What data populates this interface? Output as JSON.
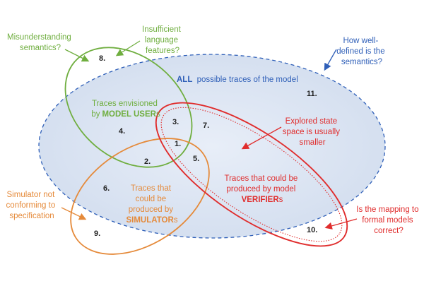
{
  "colors": {
    "blue": "#2f5fb8",
    "blue_fill": "#dfe7f4",
    "green": "#6fae3f",
    "orange": "#e58a3a",
    "red": "#e02d2d",
    "number": "#222222"
  },
  "universe": {
    "title_bold": "ALL",
    "title_rest": "possible traces of the model"
  },
  "model_users": {
    "line1": "Traces envisioned",
    "line2_prefix": "by",
    "line2_bold": "MODEL USER",
    "line2_suffix": "s"
  },
  "simulators": {
    "line1": "Traces that",
    "line2": "could be",
    "line3": "produced by",
    "line4_bold": "SIMULATOR",
    "line4_suffix": "s"
  },
  "verifiers": {
    "line1": "Traces that could be",
    "line2": "produced by model",
    "line3_bold": "VERIFIER",
    "line3_suffix": "s"
  },
  "annotations": {
    "misunderstanding": [
      "Misunderstanding",
      "semantics?"
    ],
    "insufficient": [
      "Insufficient",
      "language",
      "features?"
    ],
    "well_defined": [
      "How well-",
      "defined is the",
      "semantics?"
    ],
    "explored": [
      "Explored state",
      "space is usually",
      "smaller"
    ],
    "simulator_not": [
      "Simulator not",
      "conforming to",
      "specification"
    ],
    "mapping": [
      "Is the mapping to",
      "formal models",
      "correct?"
    ]
  },
  "numbers": {
    "n1": "1.",
    "n2": "2.",
    "n3": "3.",
    "n4": "4.",
    "n5": "5.",
    "n6": "6.",
    "n7": "7.",
    "n8": "8.",
    "n9": "9.",
    "n10": "10.",
    "n11": "11."
  }
}
